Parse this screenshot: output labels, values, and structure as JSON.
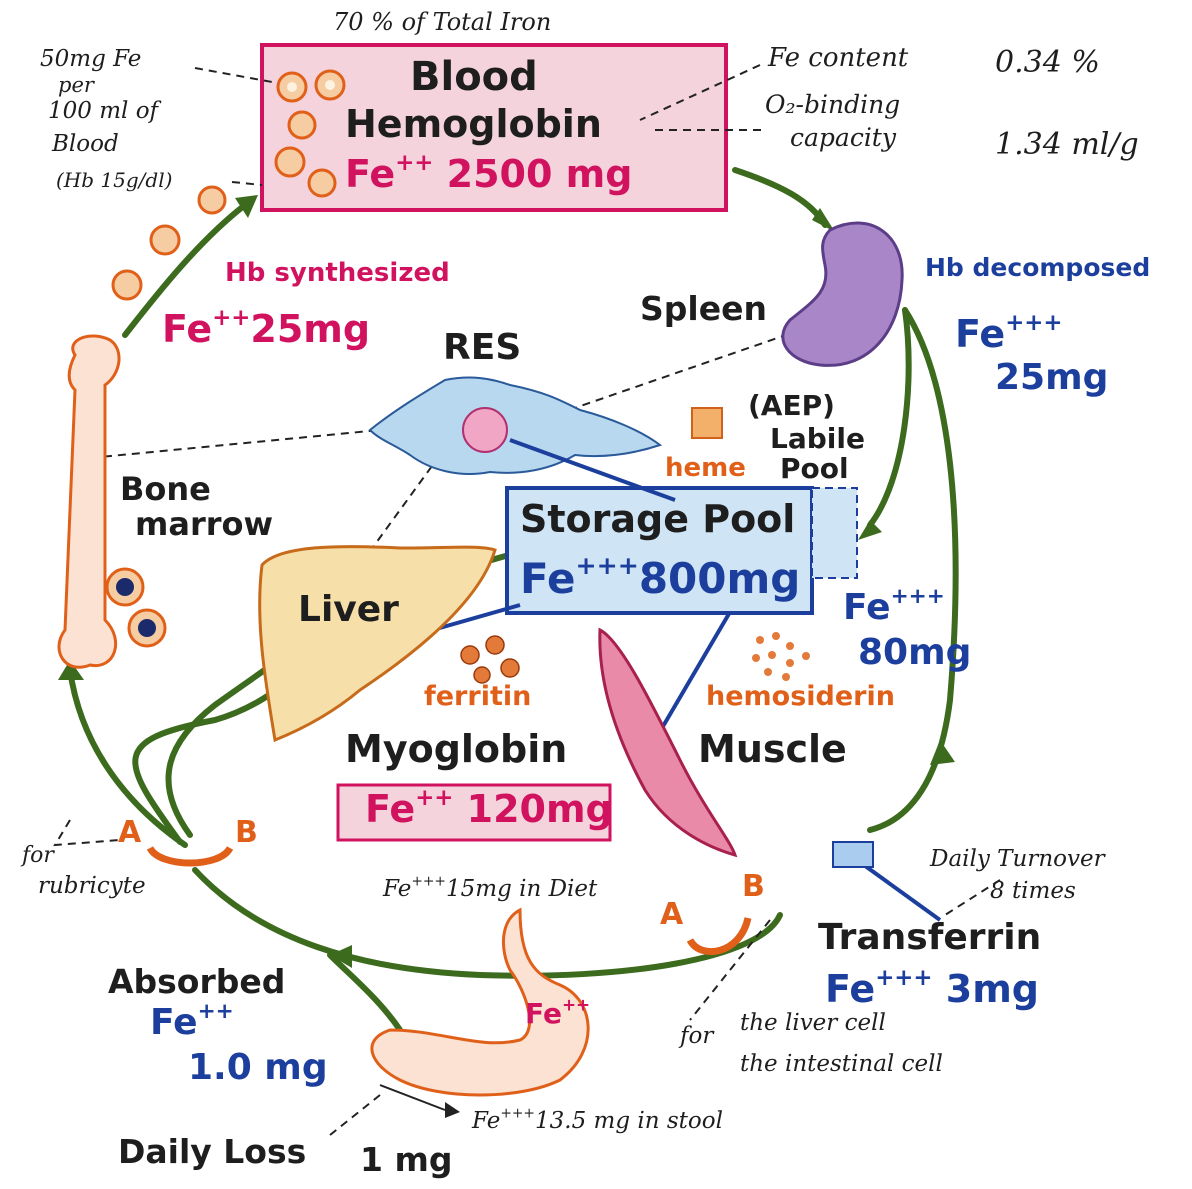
{
  "blood": {
    "caption": "70 % of Total Iron",
    "title": "Blood",
    "subtitle": "Hemoglobin",
    "fe_label": "Fe",
    "fe_sup": "++",
    "fe_amount": "2500 mg",
    "note_lines": [
      "50mg Fe",
      "per",
      "100 ml of",
      "Blood",
      "(Hb 15g/dl)"
    ],
    "fe_content_label": "Fe content",
    "fe_content_value": "0.34  %",
    "o2_label_1": "O₂-binding",
    "o2_label_2": "capacity",
    "o2_value": "1.34 ml/g"
  },
  "hb_synthesized": {
    "label": "Hb synthesized",
    "fe_label": "Fe",
    "fe_sup": "++",
    "amount": "25mg"
  },
  "spleen": {
    "label": "Spleen",
    "decomposed_label": "Hb decomposed",
    "fe_label": "Fe",
    "fe_sup": "+++",
    "amount": "25mg"
  },
  "res": {
    "label": "RES"
  },
  "labile_pool": {
    "line1": "(AEP)",
    "line2": "Labile",
    "line3": "Pool",
    "heme_label": "heme"
  },
  "bone_marrow": {
    "line1": "Bone",
    "line2": "marrow"
  },
  "storage": {
    "title": "Storage Pool",
    "fe_label": "Fe",
    "fe_sup": "+++",
    "amount": "800mg",
    "labile_fe_label": "Fe",
    "labile_fe_sup": "+++",
    "labile_amount": "80mg"
  },
  "liver": {
    "label": "Liver"
  },
  "ferritin": {
    "label": "ferritin"
  },
  "hemosiderin": {
    "label": "hemosiderin"
  },
  "myoglobin": {
    "label": "Myoglobin",
    "fe_label": "Fe",
    "fe_sup": "++",
    "amount": "120mg"
  },
  "muscle": {
    "label": "Muscle"
  },
  "receptors": {
    "left_a": "A",
    "left_b": "B",
    "left_note_1": "for",
    "left_note_2": "rubricyte",
    "right_a": "A",
    "right_b": "B"
  },
  "diet": {
    "fe_label": "Fe",
    "fe_sup": "+++",
    "text": "15mg in Diet",
    "stomach_label": "Fe",
    "stomach_sup": "++"
  },
  "transferrin": {
    "turnover_1": "Daily Turnover",
    "turnover_2": "8 times",
    "label": "Transferrin",
    "fe_label": "Fe",
    "fe_sup": "+++",
    "amount": "3mg",
    "note_for": "for",
    "note_1": "the liver cell",
    "note_2": "the intestinal cell"
  },
  "absorbed": {
    "label": "Absorbed",
    "fe_label": "Fe",
    "fe_sup": "++",
    "amount": "1.0 mg"
  },
  "stool": {
    "fe_label": "Fe",
    "fe_sup": "+++",
    "text": "13.5 mg in stool"
  },
  "daily_loss": {
    "label": "Daily Loss",
    "amount": "1 mg"
  },
  "colors": {
    "magenta": "#d1135f",
    "blue": "#1c3f9e",
    "green": "#3c6b1e",
    "orange": "#e0601a",
    "pink_fill": "#f4d3dc"
  }
}
